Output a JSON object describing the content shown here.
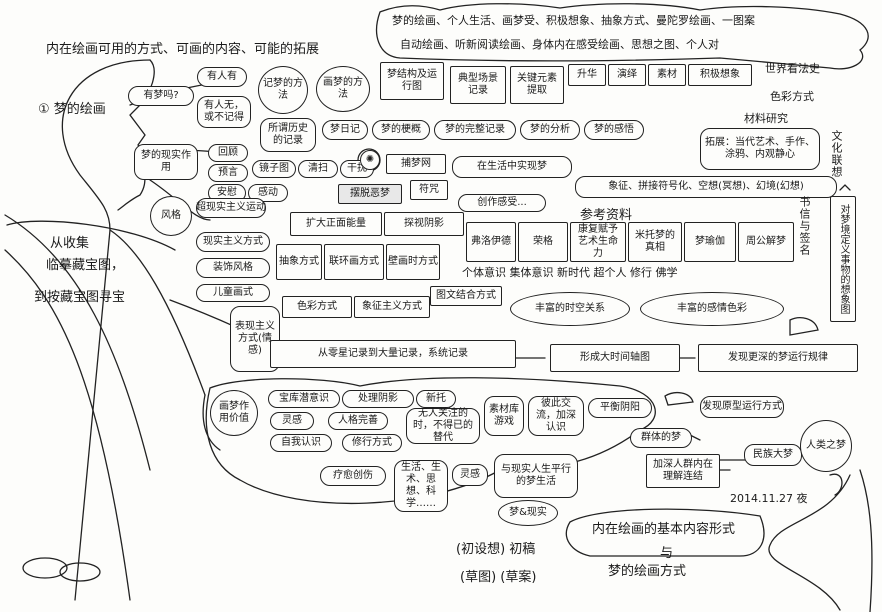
{
  "top_title": "内在绘画可用的方式、可画的内容、可能的拓展",
  "top_cloud": {
    "line1": "梦的绘画、个人生活、画梦受、积极想象、抽象方式、曼陀罗绘画、一图案",
    "line2": "自动绘画、听新阅读绘画、身体内在感受绘画、思想之图、个人对"
  },
  "center": {
    "title": "① 梦的绘画",
    "has_dream": "有梦吗?",
    "someone": "有人有",
    "no_memory": "有人无，或不记得",
    "memory_method": "记梦的方法",
    "how_to_draw": "画梦的方法",
    "dream_structure": "梦结构及运行图",
    "typical_scene": "典型场景记录",
    "key_element": "关键元素提取",
    "upgrade": "升华",
    "performance": "演绎",
    "material": "素材",
    "active_imagination": "积极想象",
    "world_view": "世界看法史",
    "color_style": "色彩方式",
    "so_called": "所谓历史的记录",
    "dream_diary": "梦日记",
    "dream_outline": "梦的梗概",
    "full_record": "梦的完整记录",
    "dream_analysis": "梦的分析",
    "dream_feeling": "梦的感悟"
  },
  "real_dream": {
    "label": "梦的现实作用",
    "review": "回顾",
    "foretell": "预言",
    "mirror": "镜子图",
    "clear_scan": "清扫",
    "dry": "干扰",
    "comfort": "安慰",
    "feel": "感动",
    "dream_catcher": "捕梦网",
    "nightmare": "摆脱恶梦",
    "talisman": "符咒",
    "life_dream": "在生活中实现梦",
    "creation_ideas": "创作感受..."
  },
  "materials": {
    "research": "材料研究",
    "expand": "拓展：当代艺术、手作、涂鸦、内观静心",
    "symbols": "象征、拼接符号化、空想(冥想)、幻境(幻想)",
    "culture": "文化联想",
    "dream_bible": "对梦境定义事物的想象图",
    "letters": "书信与签名",
    "refs": "参考资料"
  },
  "style": {
    "label": "风格",
    "surreal": "超现实主义运动",
    "realism": "现实主义方式",
    "decor": "装饰风格",
    "kids": "儿童画式",
    "express": "表现主义方式(情感)",
    "abstract": "抽象方式",
    "linked": "联环画方式",
    "mural": "壁画时方式",
    "enlarge": "扩大正面能量",
    "shadow": "探视阴影",
    "color_way": "色彩方式",
    "symbol_way": "象征主义方式",
    "graphic_text": "图文结合方式",
    "rich_space": "丰富的时空关系",
    "rich_feeling": "丰富的感情色彩",
    "ref_list": [
      "弗洛伊德",
      "荣格",
      "康复赋予艺术生命力",
      "米托梦的真相",
      "梦瑜伽",
      "周公解梦"
    ],
    "ref_books": "个体意识  集体意识  新时代  超个人  修行  佛学"
  },
  "collect": {
    "from_collect": "从收集",
    "copy_image": "临摹藏宝图，",
    "to_map": "到按藏宝图寻宝",
    "from_single": "从零星记录到大量记录，系统记录",
    "big_timeline": "形成大时间轴图",
    "deeper_rules": "发现更深的梦运行规律"
  },
  "value": {
    "label": "画梦作用价值",
    "treasure": "宝库潜意识",
    "shadow": "处理阴影",
    "new_ideas": "新托",
    "inspiration": "灵感",
    "personality": "人格完善",
    "self_knowledge": "自我认识",
    "practice": "修行方式",
    "no_mind_time": "无人关注的时，不得已的替代",
    "material_lib": "素材库游戏",
    "exchange": "彼此交流，加深认识",
    "yin_yang": "平衡阴阳",
    "archetype": "发现原型运行方式",
    "group_dream": "群体的梦",
    "deep_link": "加深人群内在理解连结",
    "nation_dream": "民族大梦",
    "human_dream": "人类之梦",
    "heal_creation": "疗愈创伤",
    "life_dream": "生活、生术、思想、科学……",
    "spirit": "灵感",
    "realize_life": "与现实人生平行的梦生活",
    "dream_reality": "梦&现实"
  },
  "footer": {
    "date": "2014.11.27 夜",
    "draft": "(初设想) 初稿",
    "draft2": "(草图)  (草案)",
    "bottom_title1": "内在绘画的基本内容形式",
    "bottom_title2": "与",
    "bottom_title3": "梦的绘画方式"
  }
}
